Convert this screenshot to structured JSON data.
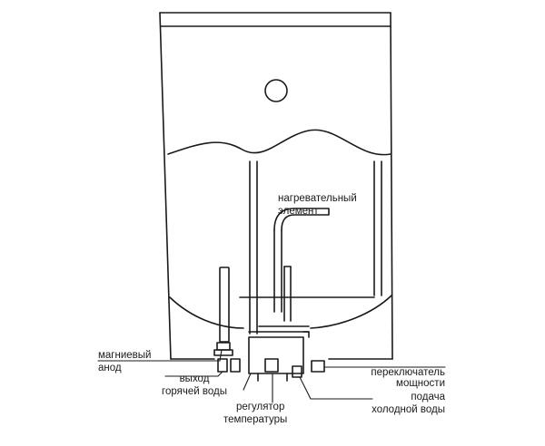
{
  "labels": {
    "heating_element": [
      "нагревательный",
      "элемент"
    ],
    "magnesium_anode": [
      "магниевый",
      "анод"
    ],
    "hot_water_outlet": [
      "выход",
      "горячей воды"
    ],
    "temperature_regulator": [
      "регулятор",
      "температуры"
    ],
    "power_switch": [
      "переключатель",
      "мощности"
    ],
    "cold_water_inlet": [
      "подача",
      "холодной воды"
    ]
  },
  "colors": {
    "ink": "#1a1a1a",
    "background": "#ffffff"
  }
}
